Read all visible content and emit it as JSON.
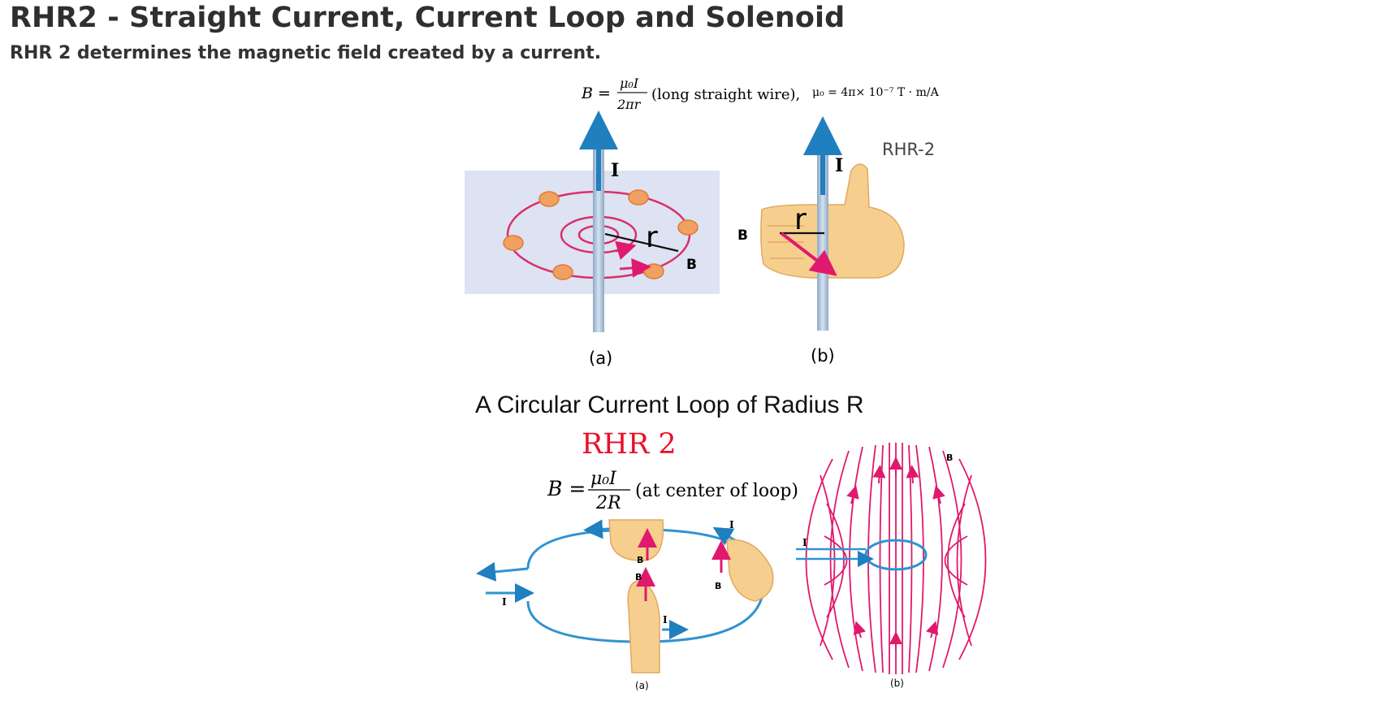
{
  "header": {
    "title": "RHR2 - Straight Current, Current Loop and Solenoid",
    "subtitle": "RHR 2 determines the magnetic field created by a current."
  },
  "figure1": {
    "eq_B": "B =",
    "eq_num": "μ₀I",
    "eq_den": "2πr",
    "eq_note": "(long straight wire),",
    "mu0": "μ₀ = 4π× 10⁻⁷ T · m/A",
    "rhr_label": "RHR-2",
    "current_label_a": "I",
    "current_label_b": "I",
    "radius_label_a": "r",
    "radius_label_b": "r",
    "field_label_a": "B",
    "field_label_b": "B",
    "caption_a": "(a)",
    "caption_b": "(b)"
  },
  "figure2": {
    "heading": "A Circular Current Loop of Radius R",
    "rhr_label": "RHR 2",
    "eq_B": "B =",
    "eq_num": "μ₀I",
    "eq_den": "2R",
    "eq_note": "(at center of loop)",
    "current_label": "I",
    "field_label": "B",
    "caption_a": "(a)",
    "caption_b": "(b)"
  },
  "colors": {
    "wire": "#a9c3dd",
    "arrow_blue": "#1f7fbf",
    "loop_blue": "#2e93d1",
    "field_pink": "#e0196e",
    "field_circle": "#d9306a",
    "plane": "#dde3f2",
    "skin": "#f6cf8f",
    "marker": "#f0a060",
    "rhr_red": "#e8102a"
  }
}
